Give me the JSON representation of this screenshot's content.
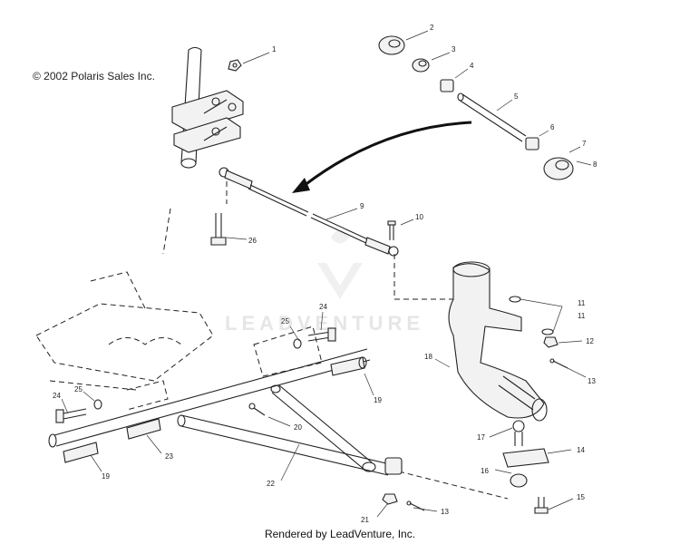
{
  "copyright": "© 2002 Polaris Sales Inc.",
  "footer": "Rendered by LeadVenture, Inc.",
  "watermark": "LEADVENTURE",
  "callouts": [
    "1",
    "2",
    "3",
    "4",
    "5",
    "6",
    "7",
    "8",
    "9",
    "10",
    "11",
    "11",
    "12",
    "13",
    "13",
    "14",
    "15",
    "16",
    "17",
    "18",
    "19",
    "19",
    "20",
    "21",
    "22",
    "23",
    "24",
    "24",
    "25",
    "25",
    "26"
  ]
}
